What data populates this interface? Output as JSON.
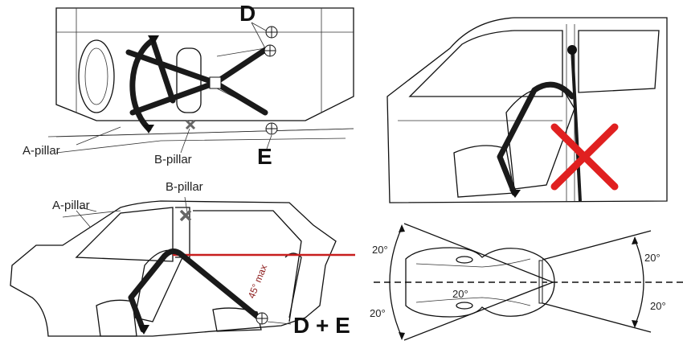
{
  "top_left": {
    "label_d": "D",
    "label_e": "E",
    "label_a_pillar": "A-pillar",
    "label_b_pillar": "B-pillar"
  },
  "top_right": {
    "cross_mark": "incorrect-mounting"
  },
  "bottom_left": {
    "label_b_pillar": "B-pillar",
    "label_a_pillar": "A-pillar",
    "label_angle": "45° max",
    "label_d_e": "D + E"
  },
  "bottom_right": {
    "angle_top_left": "20°",
    "angle_bottom_left": "20°",
    "angle_center": "20°",
    "angle_top_right": "20°",
    "angle_bottom_right": "20°"
  },
  "colors": {
    "belt": "#1a1a1a",
    "red_line": "#c81e1e",
    "cross": "#e02020",
    "angle_text": "#8b1a1a"
  }
}
